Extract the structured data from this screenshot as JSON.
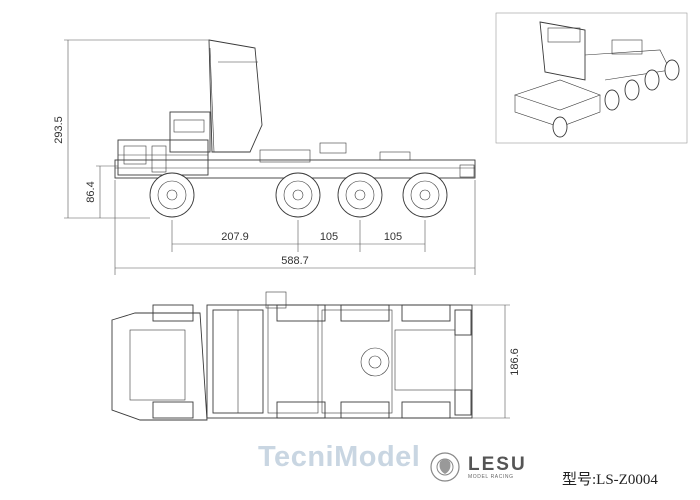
{
  "side_view": {
    "height_dim": "293.5",
    "height_small_dim": "86.4",
    "wheelbase_1": "207.9",
    "wheelbase_2": "105",
    "wheelbase_3": "105",
    "overall_length": "588.7"
  },
  "top_view": {
    "width_dim": "186.6"
  },
  "branding": {
    "watermark_text": "TecniModel",
    "logo_text": "LESU",
    "logo_subtext": "MODEL RACING",
    "model_number": "型号:LS-Z0004"
  },
  "colors": {
    "line": "#3a3a3a",
    "watermark_blue": "#c9d6e2",
    "watermark_orange": "#e7c9a6"
  }
}
